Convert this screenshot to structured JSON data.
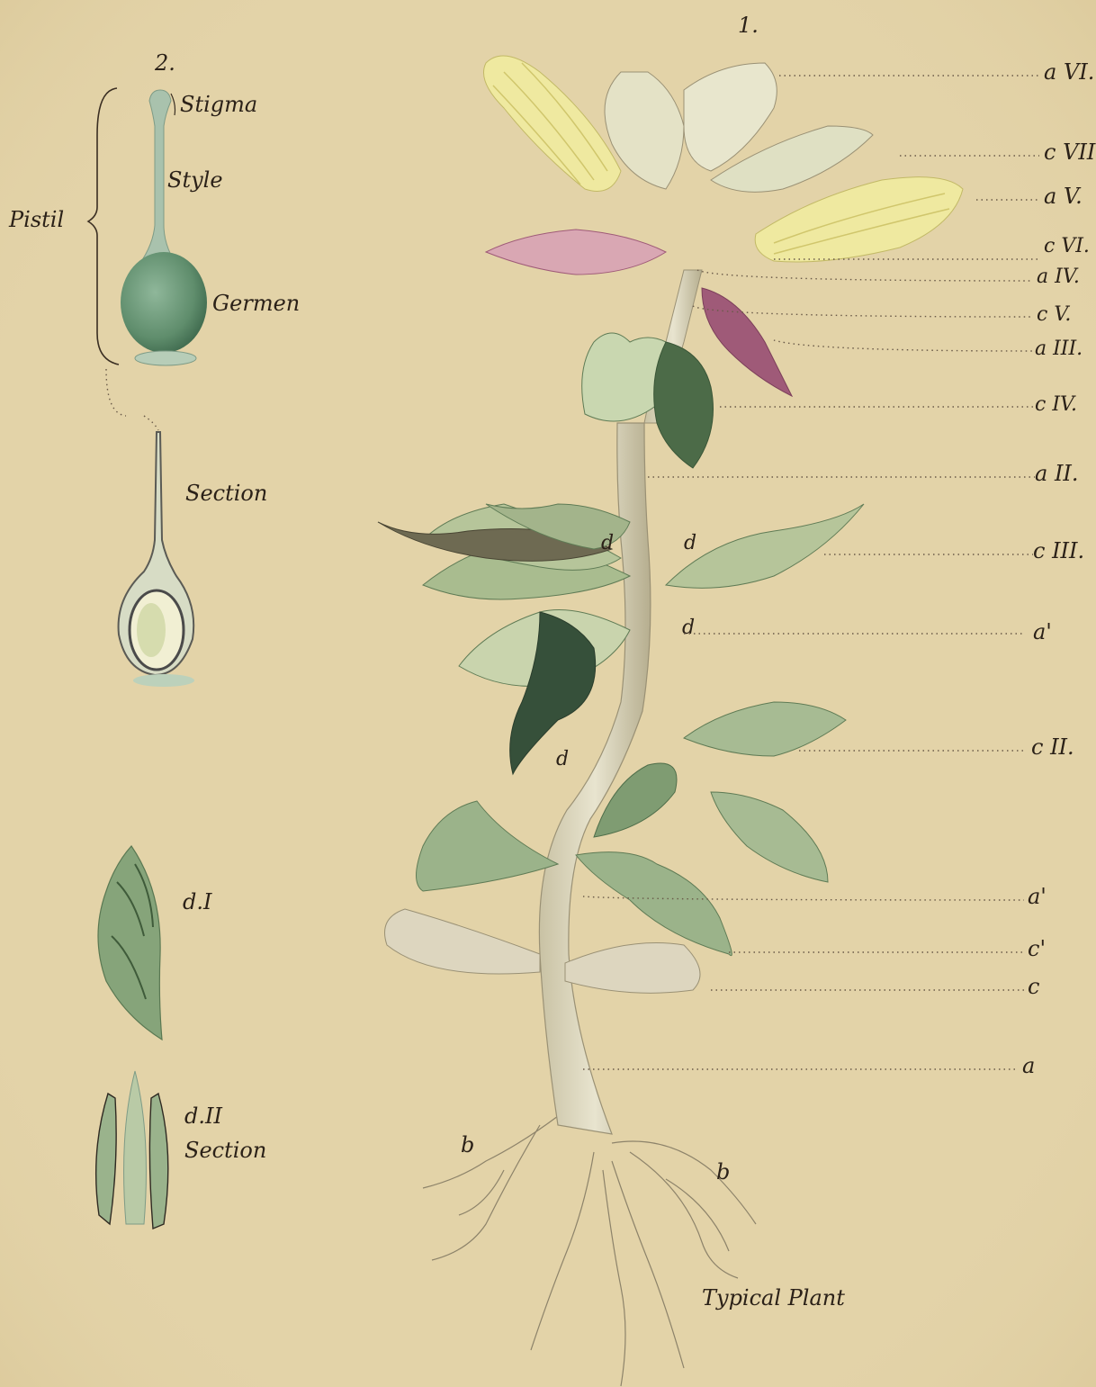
{
  "figures": {
    "fig1_number": "1.",
    "fig2_number": "2.",
    "fig1_caption": "Typical Plant"
  },
  "pistil": {
    "group_label": "Pistil",
    "stigma": "Stigma",
    "style": "Style",
    "germen": "Germen",
    "section": "Section"
  },
  "bud": {
    "d1_label": "d.I",
    "d2_label": "d.II",
    "section": "Section"
  },
  "plant_labels": {
    "aVI": "a VI.",
    "cVII": "c VII.",
    "aV": "a V.",
    "cVI": "c VI.",
    "aIV": "a IV.",
    "cV": "c V.",
    "aIII": "a III.",
    "cIV": "c IV.",
    "aII": "a II.",
    "cIII": "c III.",
    "a1_upper": "a'",
    "cII": "c II.",
    "a1_lower": "a'",
    "c1": "c'",
    "c": "c",
    "a": "a",
    "b": "b",
    "d": "d"
  },
  "colors": {
    "paper": "#e3d3a8",
    "leaf_green": "#8fae7c",
    "leaf_dark": "#4f6e4a",
    "petal_yellow": "#efe9a0",
    "petal_pink": "#c98c9c",
    "pistil_green": "#6e9a7a",
    "ink": "#2b2118"
  }
}
